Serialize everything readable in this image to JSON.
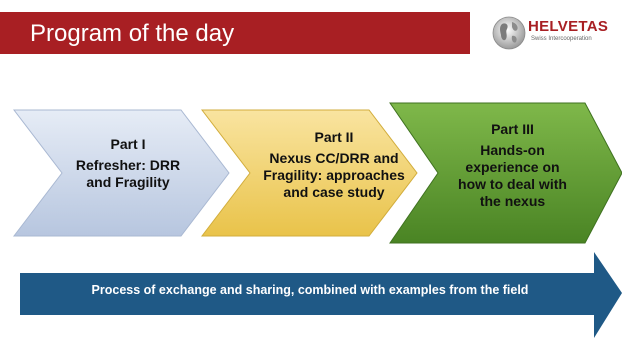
{
  "slide": {
    "title": "Program of the day"
  },
  "logo": {
    "name": "HELVETAS",
    "subtitle": "Swiss Intercooperation",
    "icon": "globe-icon"
  },
  "parts": [
    {
      "title": "Part I",
      "description": "Refresher: DRR and Fragility",
      "color": "#c8d4e8"
    },
    {
      "title": "Part II",
      "description": "Nexus CC/DRR and Fragility: approaches and case study",
      "color": "#f2cf5c"
    },
    {
      "title": "Part III",
      "description": "Hands-on experience on how to deal with the nexus",
      "color": "#5f9b30"
    }
  ],
  "process": {
    "text": "Process of  exchange and sharing, combined with examples from the field",
    "color": "#1f5986"
  },
  "colors": {
    "title_bar": "#a81f23",
    "accent": "#a81f23"
  }
}
